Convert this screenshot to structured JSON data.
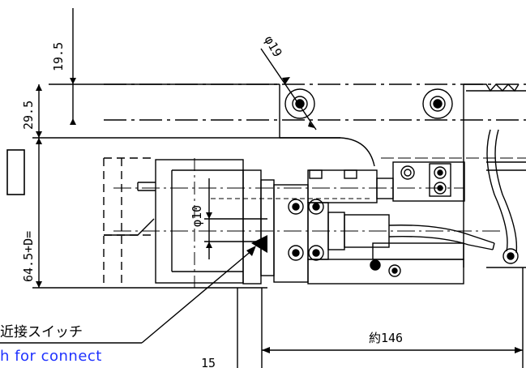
{
  "dimensions": {
    "d_19_5": "19.5",
    "d_29_5": "29.5",
    "d_64_5_D": "64.5+D=",
    "d_phi19": "φ19",
    "d_phi10": "φ10",
    "d_146": "約146",
    "d_15": "15"
  },
  "callout": {
    "jp": "近接スイッチ",
    "en": "h for connect"
  }
}
